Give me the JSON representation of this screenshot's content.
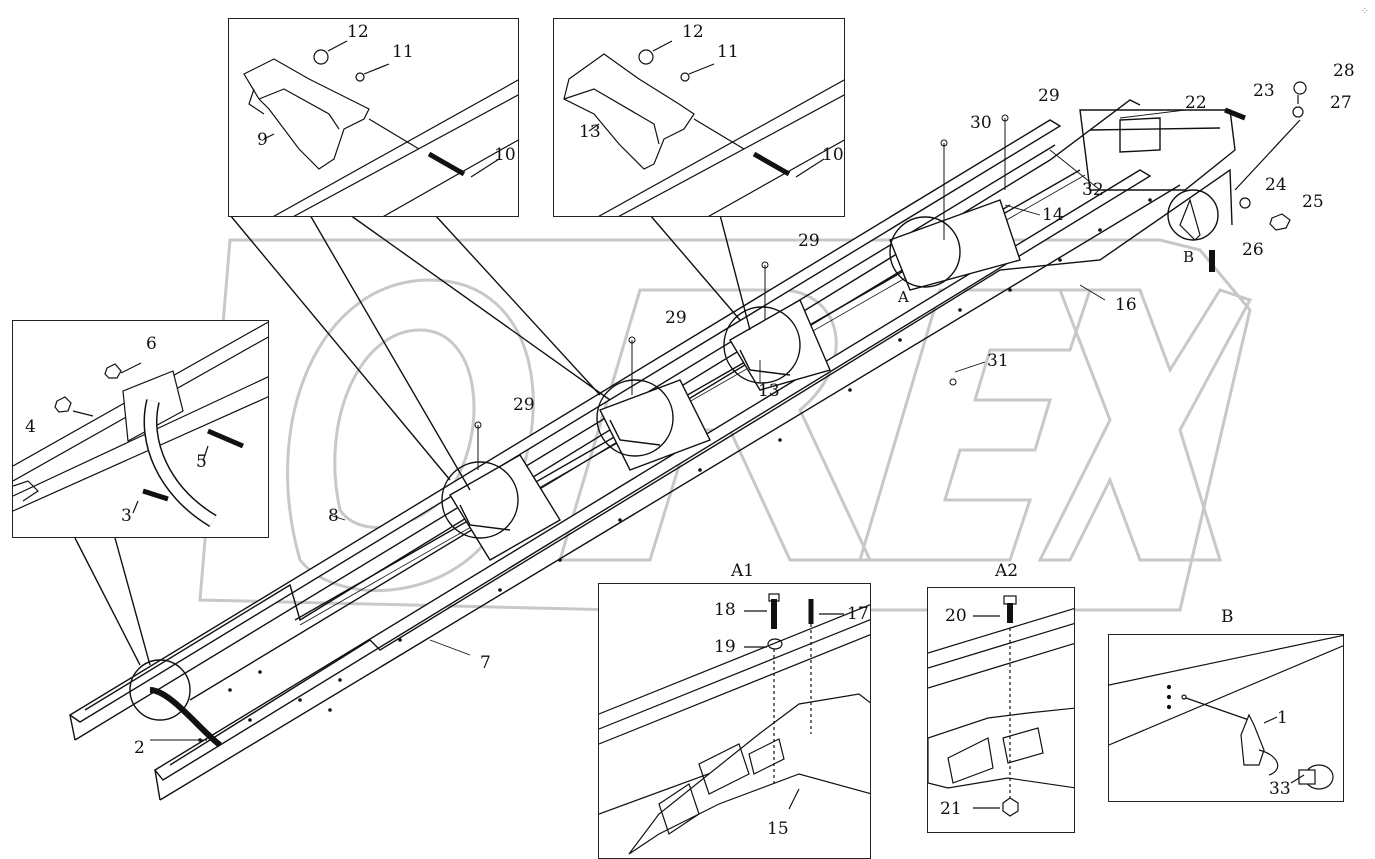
{
  "corner_mark": "⁘",
  "watermark": {
    "text": "OREX",
    "color": "#c8c8c8"
  },
  "part_numbers": {
    "p1": "1",
    "p2": "2",
    "p3": "3",
    "p4": "4",
    "p5": "5",
    "p6": "6",
    "p7": "7",
    "p8": "8",
    "p9": "9",
    "p10a": "10",
    "p10b": "10",
    "p11a": "11",
    "p11b": "11",
    "p12a": "12",
    "p12b": "12",
    "p13a": "13",
    "p13b": "13",
    "p14": "14",
    "p15": "15",
    "p16": "16",
    "p17": "17",
    "p18": "18",
    "p19": "19",
    "p20": "20",
    "p21": "21",
    "p22": "22",
    "p23": "23",
    "p24": "24",
    "p25": "25",
    "p26": "26",
    "p27": "27",
    "p28": "28",
    "p29a": "29",
    "p29b": "29",
    "p29c": "29",
    "p29d": "29",
    "p30": "30",
    "p31": "31",
    "p32": "32",
    "p33": "33"
  },
  "callouts": {
    "a": "A",
    "b": "B"
  },
  "detail_titles": {
    "a1": "A1",
    "a2": "A2",
    "b": "B"
  }
}
